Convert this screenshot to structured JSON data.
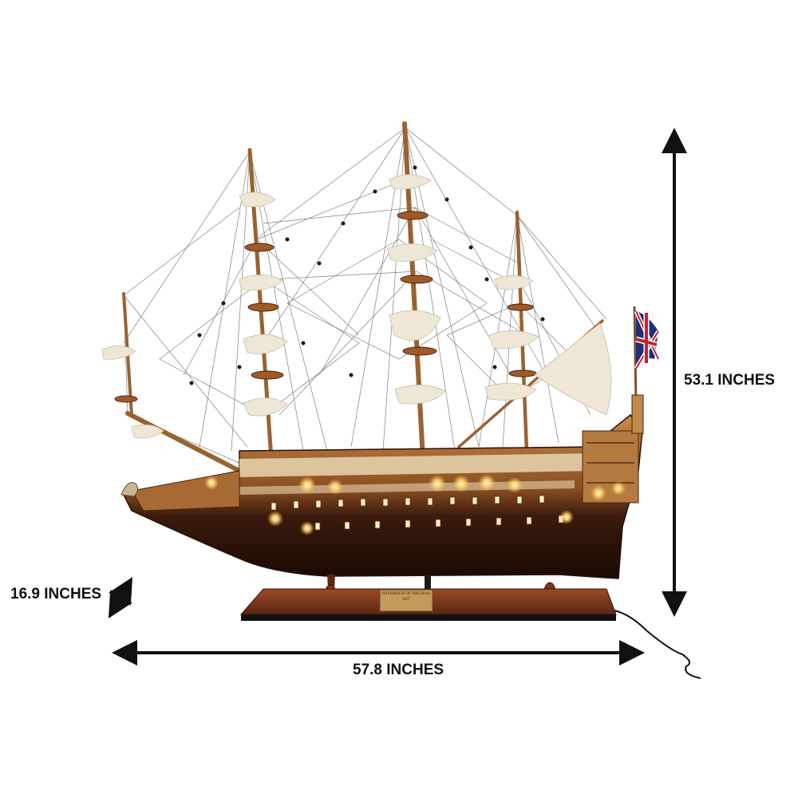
{
  "dimensions": {
    "height_label": "53.1 INCHES",
    "depth_label": "16.9 INCHES",
    "length_label": "57.8 INCHES"
  },
  "model": {
    "plaque_name": "SOVEREIGN OF THE SEAS",
    "plaque_year": "1637",
    "flag": "union-jack"
  },
  "colors": {
    "background": "#ffffff",
    "hull_dark": "#2a1108",
    "hull_wood": "#b5753a",
    "stand": "#7a3a1e",
    "sail": "#eee7d6",
    "lamp": "#ffe9a8",
    "arrow": "#111111"
  }
}
